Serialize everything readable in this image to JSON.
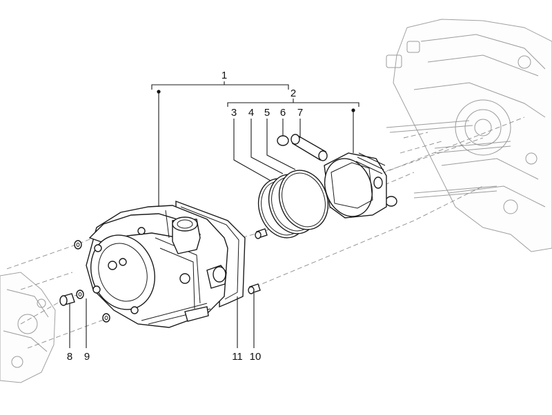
{
  "callouts": {
    "c1": "1",
    "c2": "2",
    "c3": "3",
    "c4": "4",
    "c5": "5",
    "c6": "6",
    "c7": "7",
    "c8": "8",
    "c9": "9",
    "c10": "10",
    "c11": "11"
  },
  "colors": {
    "line": "#1a1a1a",
    "ghost": "#9a9a9a",
    "background": "#ffffff"
  }
}
